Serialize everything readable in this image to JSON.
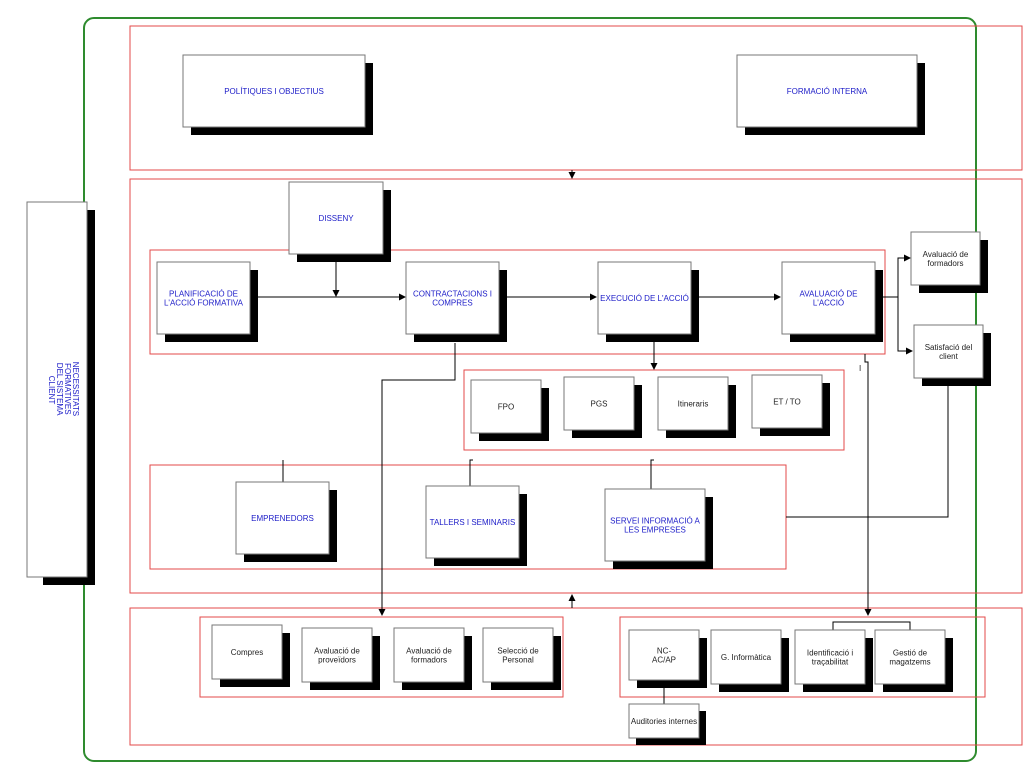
{
  "colors": {
    "outer_frame": "#2e8b2e",
    "section_border": "#e34a4a",
    "box_border": "#777777",
    "shadow": "#000000",
    "label_blue": "#1c1cc8",
    "label_black": "#111111",
    "connector": "#000000"
  },
  "side_label": {
    "lines": [
      "NECESSITATS",
      "FORMATIVES",
      "DEL SISTEMA",
      "CLIENT"
    ]
  },
  "top_section": {
    "politiques": "POLÍTIQUES I OBJECTIUS",
    "formacio_interna": "FORMACIÓ INTERNA"
  },
  "middle_section": {
    "disseny": "DISSENY",
    "planificacio": [
      "PLANIFICACIÓ DE",
      "L'ACCIÓ FORMATIVA"
    ],
    "contractacions": [
      "CONTRACTACIONS I",
      "COMPRES"
    ],
    "execucio": "EXECUCIÓ DE L'ACCIÓ",
    "avaluacio": [
      "AVALUACIÓ DE",
      "L'ACCIÓ"
    ],
    "avaluacio_formadors": [
      "Avaluació de",
      "formadors"
    ],
    "satisfaccio_client": [
      "Satisfació del",
      "client"
    ],
    "programs": [
      "FPO",
      "PGS",
      "Itineraris",
      "ET / TO"
    ],
    "emprenedors": "EMPRENEDORS",
    "tallers": "TALLERS I SEMINARIS",
    "servei": [
      "SERVEI INFORMACIÓ A",
      "LES EMPRESES"
    ],
    "marker": "I"
  },
  "bottom_section": {
    "left_group": [
      [
        "Compres"
      ],
      [
        "Avaluació de",
        "proveïdors"
      ],
      [
        "Avaluació de",
        "formadors"
      ],
      [
        "Selecció de",
        "Personal"
      ]
    ],
    "right_group": [
      [
        "NC-",
        "AC/AP"
      ],
      [
        "G. Informàtica"
      ],
      [
        "Identificació i",
        "traçabilitat"
      ],
      [
        "Gestió de",
        "magatzems"
      ]
    ],
    "auditories": "Auditories internes"
  }
}
